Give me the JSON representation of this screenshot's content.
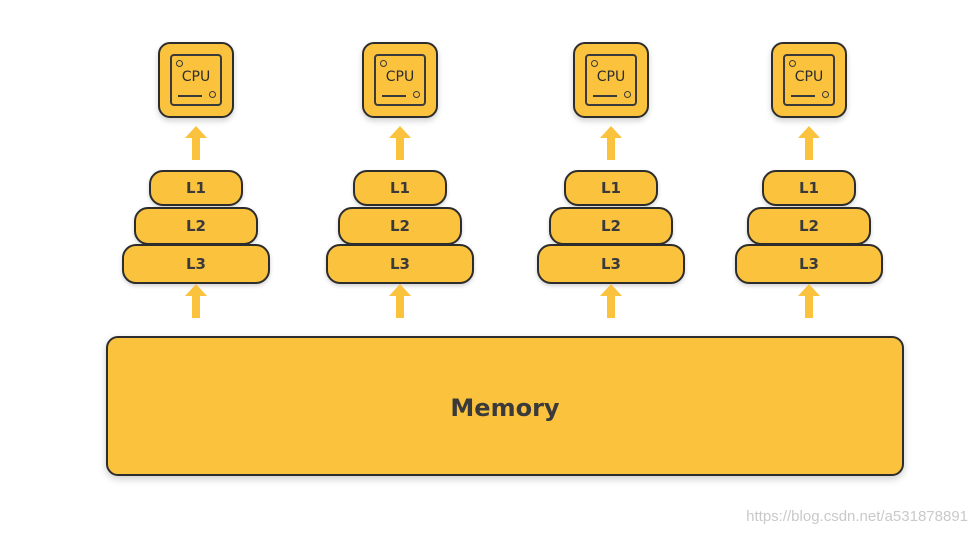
{
  "columns": [
    {
      "cpu_label": "CPU",
      "caches": [
        "L1",
        "L2",
        "L3"
      ]
    },
    {
      "cpu_label": "CPU",
      "caches": [
        "L1",
        "L2",
        "L3"
      ]
    },
    {
      "cpu_label": "CPU",
      "caches": [
        "L1",
        "L2",
        "L3"
      ]
    },
    {
      "cpu_label": "CPU",
      "caches": [
        "L1",
        "L2",
        "L3"
      ]
    }
  ],
  "memory_label": "Memory",
  "watermark": "https://blog.csdn.net/a531878891",
  "colors": {
    "fill": "#fbc23e",
    "outline": "#2d2d2d",
    "text": "#3a3a3a"
  }
}
